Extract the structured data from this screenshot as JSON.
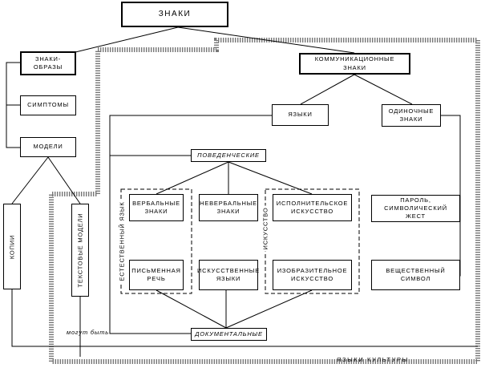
{
  "nodes": {
    "znaki": "ЗНАКИ",
    "znaki_obrazy": "ЗНАКИ-\nОБРАЗЫ",
    "simptomy": "СИМПТОМЫ",
    "modeli": "МОДЕЛИ",
    "kopii": "КОПИИ",
    "tekstovye_modeli": "ТЕКСТОВЫЕ МОДЕЛИ",
    "kommunikacionnye": "КОММУНИКАЦИОННЫЕ ЗНАКИ",
    "yazyki": "ЯЗЫКИ",
    "odinochnye": "ОДИНОЧНЫЕ\nЗНАКИ",
    "povedencheskie": "ПОВЕДЕНЧЕСКИЕ",
    "verbalnye": "ВЕРБАЛЬНЫЕ\nЗНАКИ",
    "neverbalnye": "НЕВЕРБАЛЬНЫЕ\nЗНАКИ",
    "ispolnitelskoe": "ИСПОЛНИТЕЛЬСКОЕ\nИСКУССТВО",
    "pismennaya": "ПИСЬМЕННАЯ\nРЕЧЬ",
    "iskusstvennye": "ИСКУССТВЕННЫЕ\nЯЗЫКИ",
    "izobrazitelnoe": "ИЗОБРАЗИТЕЛЬНОЕ\nИСКУССТВО",
    "parol": "ПАРОЛЬ,\nСИМВОЛИЧЕСКИЙ ЖЕСТ",
    "veshchestvennyi": "ВЕЩЕСТВЕННЫЙ\nСИМВОЛ",
    "dokumentalnye": "ДОКУМЕНТАЛЬНЫЕ"
  },
  "labels": {
    "estestvennyi_yazyk": "ЕСТЕСТВЕННЫЙ ЯЗЫК",
    "iskusstvo": "ИСКУССТВО",
    "mogut_byt": "могут быть",
    "yazyki_kultury": "ЯЗЫКИ КУЛЬТУРЫ"
  },
  "colors": {
    "stroke": "#000000",
    "dotted_region": "#6e6e6e",
    "background": "#ffffff"
  }
}
